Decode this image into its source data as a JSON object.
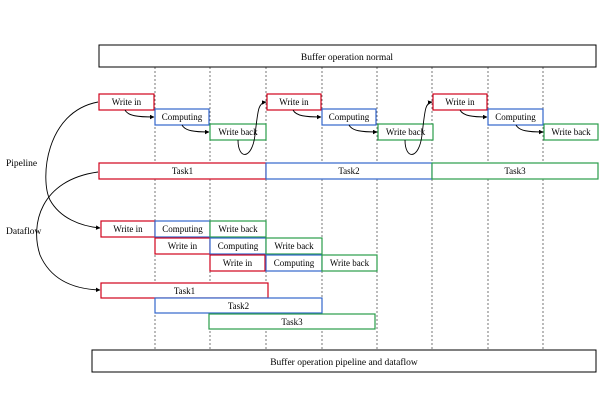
{
  "banner_top": "Buffer operation normal",
  "banner_bottom": "Buffer operation pipeline and dataflow",
  "side_labels": {
    "pipeline": "Pipeline",
    "dataflow": "Dataflow"
  },
  "colors": {
    "write_in": "#d0021b",
    "computing": "#3366cc",
    "write_back": "#2a9d4a",
    "frame": "#000000",
    "grid": "#555555"
  },
  "normal_stages": {
    "write_in": "Write in",
    "computing": "Computing",
    "write_back": "Write back"
  },
  "normal_tasks": [
    "Task1",
    "Task2",
    "Task3"
  ],
  "pipeline_rows": [
    [
      "Write in",
      "Computing",
      "Write back"
    ],
    [
      "Write in",
      "Computing",
      "Write back"
    ],
    [
      "Write in",
      "Computing",
      "Write back"
    ]
  ],
  "pipeline_tasks": [
    "Task1",
    "Task2",
    "Task3"
  ]
}
